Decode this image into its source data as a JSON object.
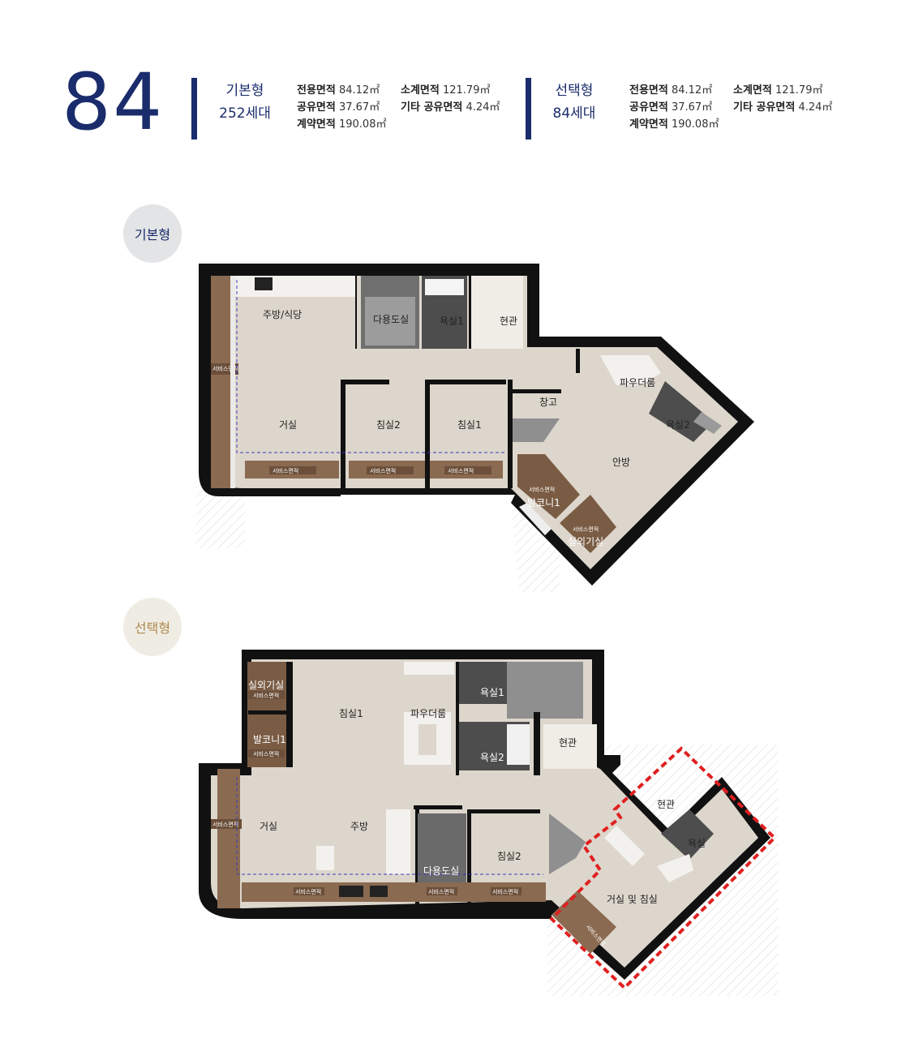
{
  "header": {
    "unit_size": "84",
    "basic": {
      "name": "기본형",
      "households": "252세대",
      "specs": {
        "exclusive": {
          "label": "전용면적",
          "value": "84.12㎡"
        },
        "subtotal": {
          "label": "소계면적",
          "value": "121.79㎡"
        },
        "shared": {
          "label": "공유면적",
          "value": "37.67㎡"
        },
        "other_shared": {
          "label": "기타 공유면적",
          "value": "4.24㎡"
        },
        "contract": {
          "label": "계약면적",
          "value": "190.08㎡"
        }
      }
    },
    "option": {
      "name": "선택형",
      "households": "84세대",
      "specs": {
        "exclusive": {
          "label": "전용면적",
          "value": "84.12㎡"
        },
        "subtotal": {
          "label": "소계면적",
          "value": "121.79㎡"
        },
        "shared": {
          "label": "공유면적",
          "value": "37.67㎡"
        },
        "other_shared": {
          "label": "기타 공유면적",
          "value": "4.24㎡"
        },
        "contract": {
          "label": "계약면적",
          "value": "190.08㎡"
        }
      }
    }
  },
  "plan_basic": {
    "badge": "기본형",
    "rooms": {
      "kitchen": "주방/식당",
      "utility": "다용도실",
      "bath1": "욕실1",
      "entrance": "현관",
      "powder": "파우더룸",
      "storage": "창고",
      "bath2": "욕실2",
      "living": "거실",
      "bed2": "침실2",
      "bed1": "침실1",
      "master": "안방",
      "balcony1": "발코니1",
      "outdoor_unit": "실외기실"
    },
    "service_area": "서비스면적"
  },
  "plan_option": {
    "badge": "선택형",
    "rooms": {
      "outdoor_unit": "실외기실",
      "balcony1": "발코니1",
      "bed1": "침실1",
      "powder": "파우더룸",
      "bath1": "욕실1",
      "bath2": "욕실2",
      "entrance": "현관",
      "living": "거실",
      "kitchen": "주방",
      "utility": "다용도실",
      "bed2": "침실2",
      "entrance2": "현관",
      "bath": "욕실",
      "living_bed": "거실 및 침실"
    },
    "service_area": "서비스면적"
  },
  "colors": {
    "navy": "#1a2c6b",
    "floor": "#ddd6cc",
    "wood": "#8a6a50",
    "wall": "#111111",
    "red_outline": "#e02020",
    "badge_basic_bg": "#e3e4e6",
    "badge_option_bg": "#efece4",
    "badge_option_text": "#b08a4e"
  }
}
